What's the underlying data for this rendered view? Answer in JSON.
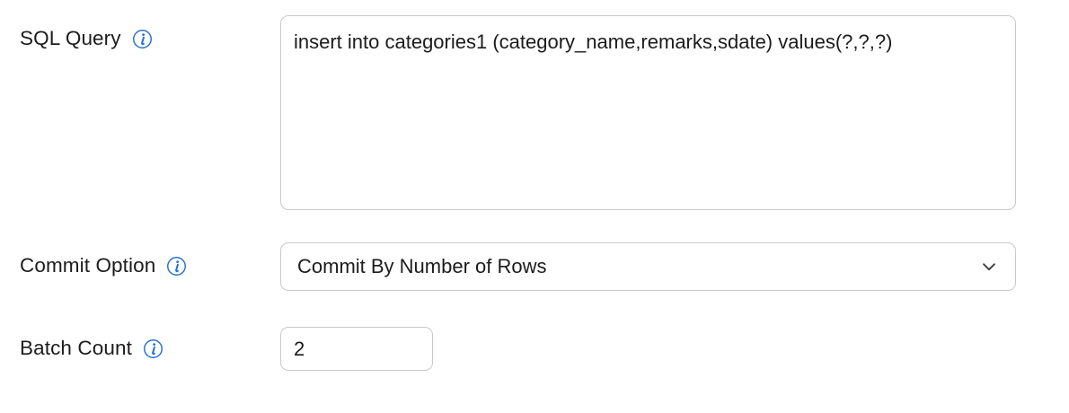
{
  "form": {
    "fields": [
      {
        "key": "sql_query",
        "label": "SQL Query",
        "info_icon": "info-circle-icon",
        "control": "textarea",
        "value": "insert into categories1 (category_name,remarks,sdate) values(?,?,?)",
        "placeholder": ""
      },
      {
        "key": "commit_option",
        "label": "Commit Option",
        "info_icon": "info-circle-icon",
        "control": "select",
        "value": "Commit By Number of Rows",
        "dropdown_icon": "chevron-down-icon"
      },
      {
        "key": "batch_count",
        "label": "Batch Count",
        "info_icon": "info-circle-icon",
        "control": "input",
        "value": "2",
        "placeholder": ""
      }
    ]
  },
  "colors": {
    "info_icon_blue": "#2570cf",
    "field_border": "#c9c9c9",
    "text": "#1c1c1c",
    "chevron": "#3c3c3c",
    "background": "#ffffff"
  }
}
